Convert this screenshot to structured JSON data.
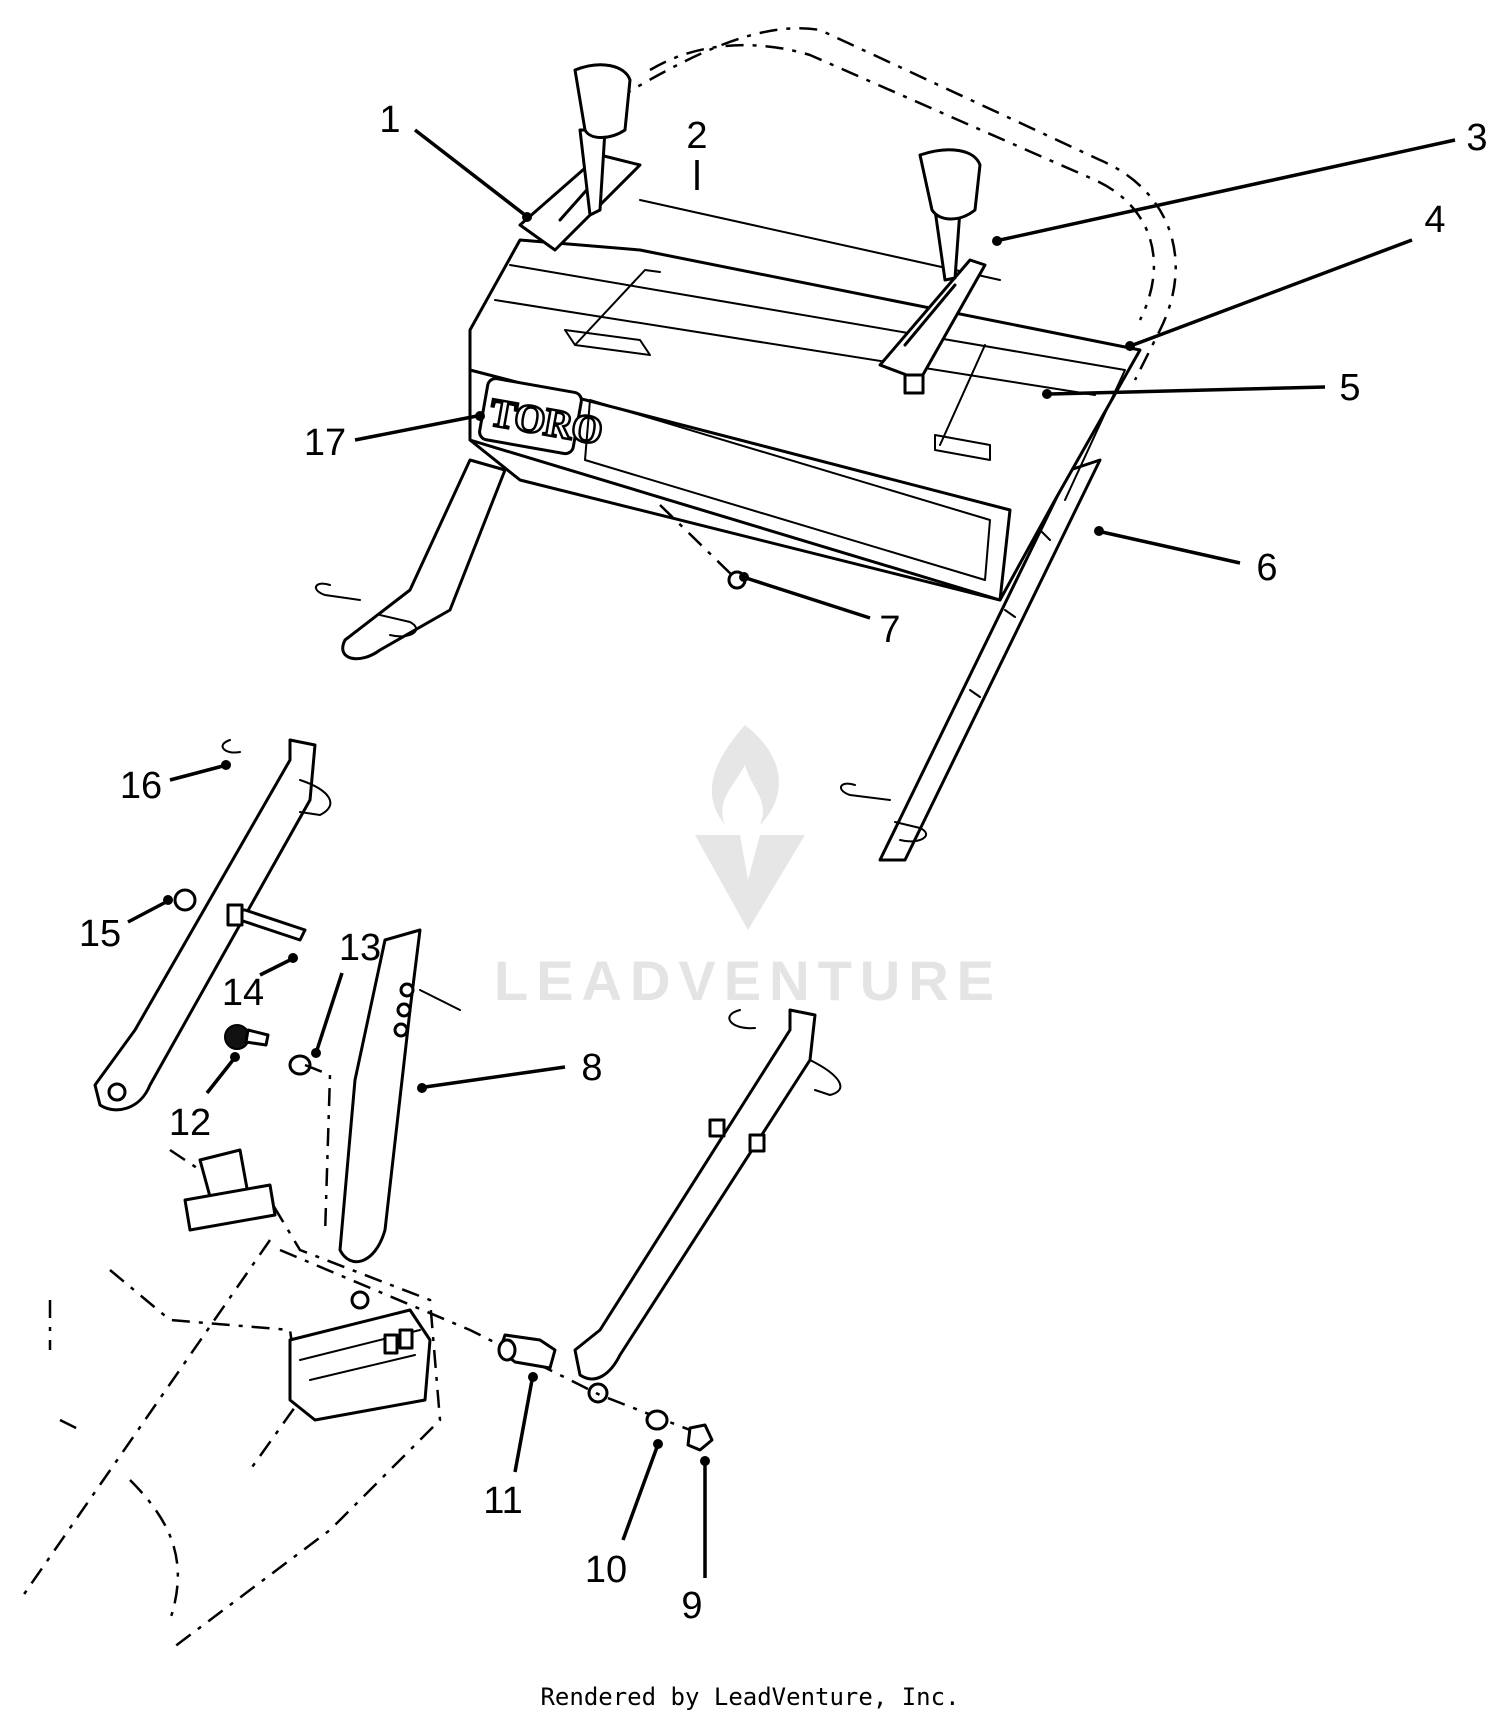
{
  "diagram": {
    "brand_logo": "TORO",
    "watermark": "LEADVENTURE",
    "callouts": [
      {
        "id": 1,
        "label": "1"
      },
      {
        "id": 2,
        "label": "2"
      },
      {
        "id": 3,
        "label": "3"
      },
      {
        "id": 4,
        "label": "4"
      },
      {
        "id": 5,
        "label": "5"
      },
      {
        "id": 6,
        "label": "6"
      },
      {
        "id": 7,
        "label": "7"
      },
      {
        "id": 8,
        "label": "8"
      },
      {
        "id": 9,
        "label": "9"
      },
      {
        "id": 10,
        "label": "10"
      },
      {
        "id": 11,
        "label": "11"
      },
      {
        "id": 12,
        "label": "12"
      },
      {
        "id": 13,
        "label": "13"
      },
      {
        "id": 14,
        "label": "14"
      },
      {
        "id": 15,
        "label": "15"
      },
      {
        "id": 16,
        "label": "16"
      },
      {
        "id": 17,
        "label": "17"
      }
    ]
  },
  "footer": {
    "text": "Rendered by LeadVenture, Inc."
  }
}
